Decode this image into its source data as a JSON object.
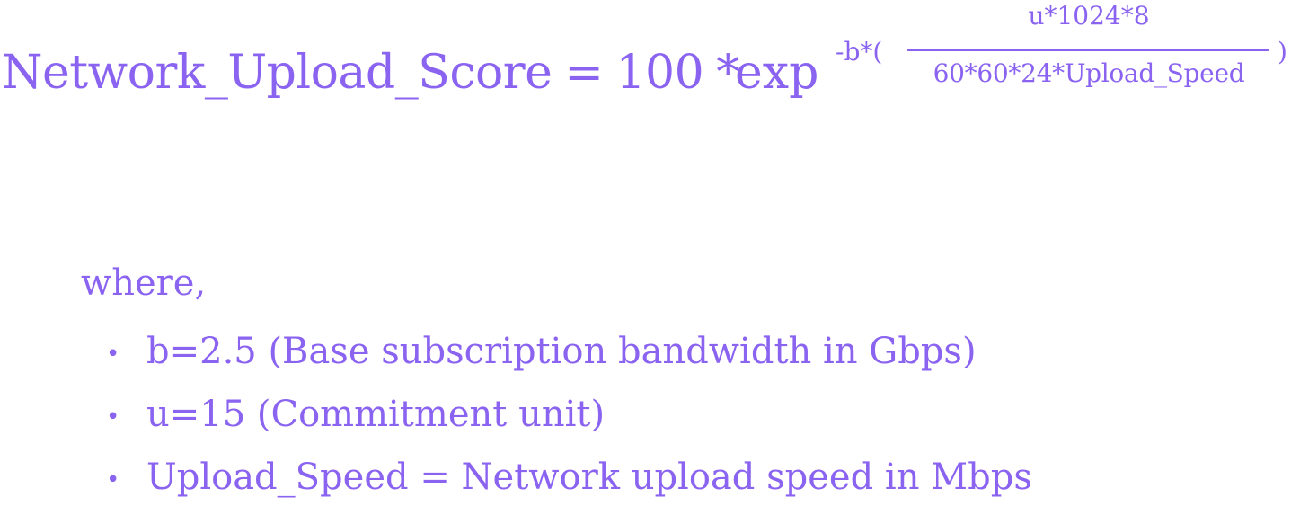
{
  "formula": {
    "lhs": "Network_Upload_Score",
    "equals": "=",
    "constant": "100",
    "times": "*",
    "exp": "exp",
    "exponent_prefix": "-b*(",
    "numerator": "u*1024*8",
    "denominator": "60*60*24*Upload_Speed",
    "close_paren": ")"
  },
  "definitions": {
    "intro": "where,",
    "bullet": "•",
    "items": [
      "b=2.5 (Base subscription bandwidth in Gbps)",
      "u=15 (Commitment unit)",
      "Upload_Speed = Network upload speed in Mbps"
    ]
  }
}
